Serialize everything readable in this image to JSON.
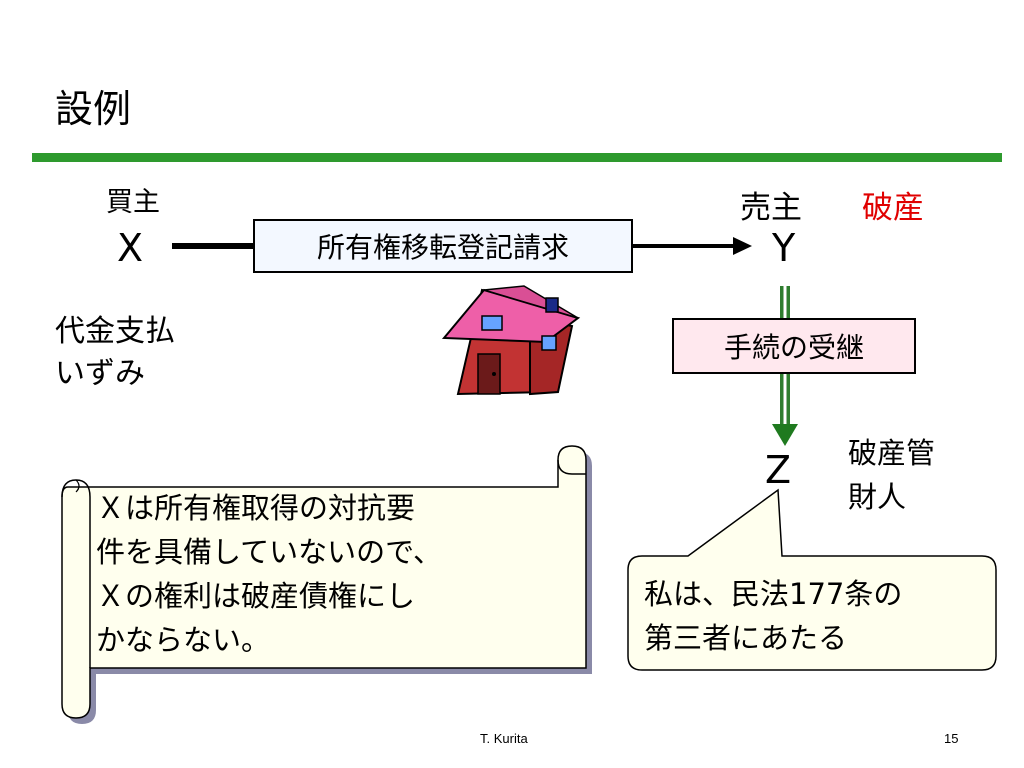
{
  "title": "設例",
  "buyer": {
    "role": "買主",
    "party": "X",
    "note_lines": [
      "代金支払",
      "いずみ"
    ]
  },
  "seller": {
    "role": "売主",
    "status": "破産",
    "party": "Y"
  },
  "trustee": {
    "party": "Z",
    "role_lines": [
      "破産管",
      "財人"
    ]
  },
  "claim_box": "所有権移転登記請求",
  "succession_box": "手続の受継",
  "scroll_lines": [
    "Ｘは所有権取得の対抗要",
    "件を具備していないので、",
    "Ｘの権利は破産債権にし",
    "かならない。"
  ],
  "callout_lines": [
    "私は、民法177条の",
    "第三者にあたる"
  ],
  "footer": {
    "author": "T. Kurita",
    "page": "15"
  },
  "colors": {
    "rule": "#2e9a2e",
    "bankrupt": "#e00000",
    "claim_fill": "#f3f8ff",
    "succession_fill": "#ffe8ee",
    "scroll_fill": "#ffffee"
  },
  "icons": [
    "house-icon"
  ]
}
